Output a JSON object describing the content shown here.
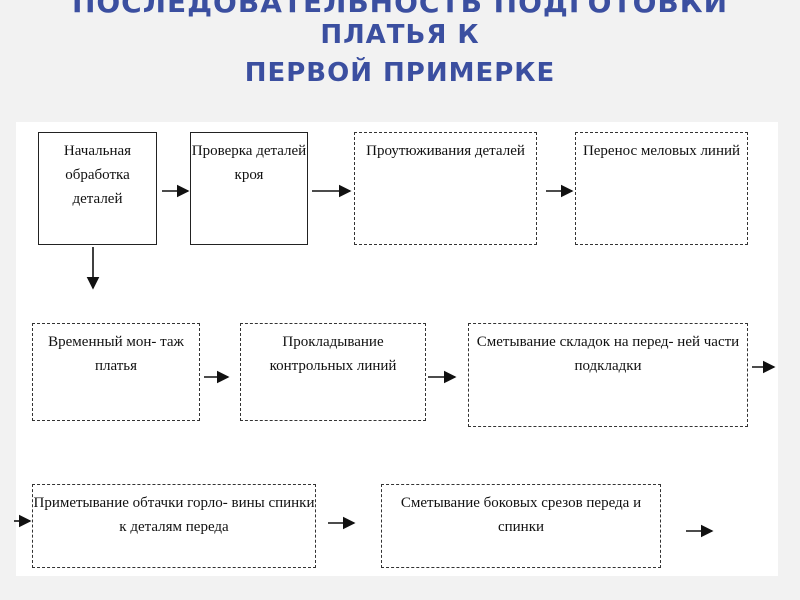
{
  "title": {
    "line1": "ПОСЛЕДОВАТЕЛЬНОСТЬ ПОДГОТОВКИ",
    "line2": "ПЛАТЬЯ К",
    "line3": "ПЕРВОЙ ПРИМЕРКЕ"
  },
  "steps": {
    "s1": "Начальная обработка деталей",
    "s2": "Проверка деталей кроя",
    "s3": "Проутюживания деталей",
    "s4": "Перенос меловых линий",
    "s5": "Временный мон- таж платья",
    "s6": "Прокладывание контрольных линий",
    "s7": "Сметывание складок на перед- ней части подкладки",
    "s8": "Приметывание обтачки горло- вины спинки к деталям переда",
    "s9": "Сметывание боковых срезов переда и спинки"
  }
}
